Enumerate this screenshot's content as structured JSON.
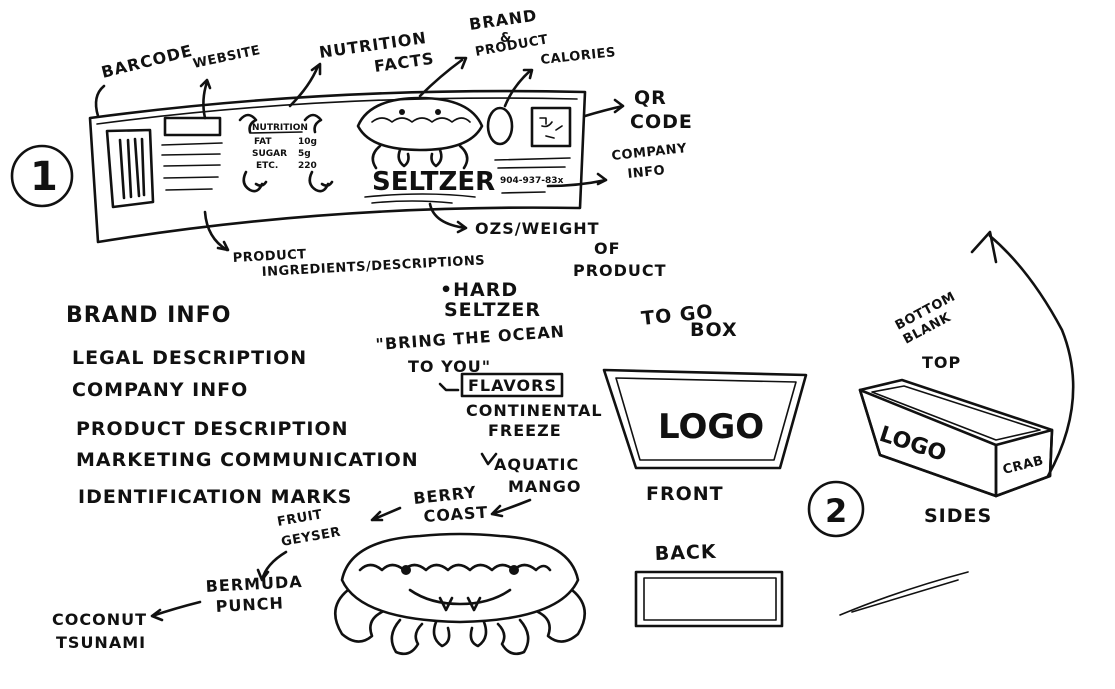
{
  "step_numbers": {
    "one": "1",
    "two": "2"
  },
  "label_callouts": {
    "barcode": "BARCODE",
    "website": "WEBSITE",
    "nutrition_line1": "NUTRITION",
    "nutrition_line2": "FACTS",
    "brand_line1": "BRAND",
    "brand_line2": "&",
    "brand_line3": "PRODUCT",
    "calories": "CALORIES",
    "qr_line1": "QR",
    "qr_line2": "CODE",
    "company_line1": "COMPANY",
    "company_line2": "INFO",
    "ozs_line1": "OZS/WEIGHT",
    "ozs_line2": "OF",
    "ozs_line3": "PRODUCT",
    "ingredients_line1": "PRODUCT",
    "ingredients_line2": "INGREDIENTS/DESCRIPTIONS"
  },
  "label_panel": {
    "nutrition_title": "NUTRITION",
    "nutrition_rows": [
      "FAT",
      "SUGAR",
      "ETC.",
      "10g",
      "5g",
      "220"
    ],
    "seltzer": "SELTZER",
    "phone": "904-937-83x"
  },
  "brand_info_list": [
    "BRAND INFO",
    "LEGAL DESCRIPTION",
    "COMPANY INFO",
    "PRODUCT DESCRIPTION",
    "MARKETING COMMUNICATION",
    "IDENTIFICATION MARKS"
  ],
  "product_notes": {
    "hard_line1": "•HARD",
    "hard_line2": "SELTZER",
    "tagline_line1": "\"BRING THE OCEAN",
    "tagline_line2": "TO YOU\"",
    "flavors_label": "FLAVORS",
    "flavor1_line1": "CONTINENTAL",
    "flavor1_line2": "FREEZE",
    "flavor2_line1": "AQUATIC",
    "flavor2_line2": "MANGO",
    "flavor3_line1": "BERRY",
    "flavor3_line2": "COAST",
    "flavor4_line1": "FRUIT",
    "flavor4_line2": "GEYSER",
    "flavor5_line1": "BERMUDA",
    "flavor5_line2": "PUNCH",
    "flavor6_line1": "COCONUT",
    "flavor6_line2": "TSUNAMI"
  },
  "box": {
    "to_go_line1": "TO GO",
    "to_go_line2": "BOX",
    "logo_front": "LOGO",
    "front_label": "FRONT",
    "back_label": "BACK",
    "bottom_label_line1": "BOTTOM",
    "bottom_label_line2": "BLANK",
    "top_label": "TOP",
    "logo_side": "LOGO",
    "crab_side": "CRAB",
    "sides_label": "SIDES"
  }
}
